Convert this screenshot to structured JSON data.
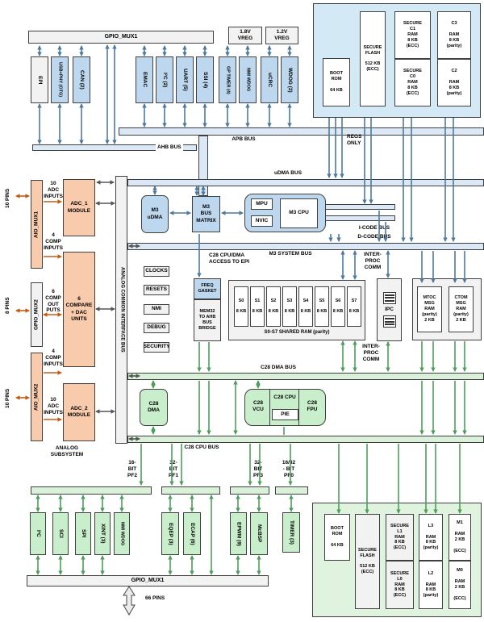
{
  "top": {
    "gpio_mux1": "GPIO_MUX1",
    "vreg1": "1.8V\nVREG",
    "vreg2": "1.2V\nVREG",
    "ahb_periphs": [
      "EPI",
      "USB+PHY (OTG)",
      "CAN (2)"
    ],
    "apb_periphs": [
      "EMAC",
      "I²C (2)",
      "UART (5)",
      "SSI (4)",
      "GP TIMER (4)",
      "NMI WDOG",
      "uCRC",
      "WDOG (2)"
    ]
  },
  "m3_memory": {
    "boot_rom": "BOOT\nROM\n\n64 KB",
    "secure_flash": "SECURE\nFLASH\n\n512 KB\n(ECC)",
    "secure_c1": "SECURE\nC1\nRAM\n8 KB\n(ECC)",
    "secure_c0": "SECURE\nC0\nRAM\n8 KB\n(ECC)",
    "c3": "C3\n\nRAM\n8 KB\n(parity)",
    "c2": "C2\n\nRAM\n8 KB\n(parity)"
  },
  "buses": {
    "apb": "APB BUS",
    "ahb": "AHB BUS",
    "udma": "uDMA BUS",
    "regs_only": "REGS\nONLY",
    "icode": "I-CODE BUS",
    "dcode": "D-CODE BUS",
    "m3sys": "M3 SYSTEM BUS",
    "c28_access": "C28 CPU/DMA\nACCESS TO EPI",
    "c28dma": "C28 DMA BUS",
    "c28cpu": "C28 CPU BUS"
  },
  "m3_core": {
    "udma": "M3\nuDMA",
    "bus_matrix": "M3\nBUS\nMATRIX",
    "mpu": "MPU",
    "nvic": "NVIC",
    "cpu": "M3 CPU"
  },
  "analog": {
    "aio_mux1": "AIO_MUX1",
    "gpio_mux2": "GPIO_MUX2",
    "aio_mux2": "AIO_MUX2",
    "adc1": "ADC_1\nMODULE",
    "adc2": "ADC_2\nMODULE",
    "compare": "6\nCOMPARE\n+ DAC\nUNITS",
    "in_adc1": "10\nADC\nINPUTS",
    "in_comp1": "4\nCOMP\nINPUTS",
    "out_comp": "6\nCOMP\nOUT\nPUTS",
    "in_comp2": "4\nCOMP\nINPUTS",
    "in_adc2": "10\nADC\nINPUTS",
    "pins1": "10 PINS",
    "pins2": "8 PINS",
    "pins3": "10 PINS",
    "subsystem": "ANALOG\nSUBSYSTEM",
    "acib": "ANALOG COMMON INTERFACE BUS"
  },
  "control": {
    "items": [
      "CLOCKS",
      "RESETS",
      "NMI",
      "DEBUG",
      "SECURITY"
    ],
    "freq_gasket": "FREQ\nGASKET",
    "mem32": "MEM32\nTO AHB\nBUS\nBRIDGE"
  },
  "shared_ram": {
    "banks": [
      "S0",
      "S1",
      "S2",
      "S3",
      "S4",
      "S5",
      "S6",
      "S7"
    ],
    "size": "8 KB",
    "caption": "S0-S7 SHARED RAM (parity)"
  },
  "ipc": {
    "label": "IPC",
    "top": "INTER-\nPROC\nCOMM",
    "bottom": "INTER-\nPROC\nCOMM",
    "mtoc": "MTOC\nMSG\nRAM\n(parity)\n2 KB",
    "ctom": "CTOM\nMSG\nRAM\n(parity)\n2 KB"
  },
  "c28_core": {
    "dma": "C28\nDMA",
    "vcu": "C28\nVCU",
    "cpu": "C28 CPU",
    "pie": "PIE",
    "fpu": "C28\nFPU"
  },
  "pf": {
    "pf2": "16-\nBIT\nPF2",
    "pf1": "32-\nBIT\nPF1",
    "pf3": "32-\nBIT\nPF3",
    "pf0": "16/32\n- BIT\nPF0"
  },
  "c28_periphs": {
    "group1": [
      "I²C",
      "SCI",
      "SPI",
      "XINT (3)",
      "NMI WDOG"
    ],
    "group2": [
      "EQEP (3)",
      "ECAP (6)"
    ],
    "group3": [
      "EPWM (9)",
      "McBSP"
    ],
    "group4": [
      "TIMER (3)"
    ]
  },
  "c28_memory": {
    "boot_rom": "BOOT\nROM\n\n64 KB",
    "secure_flash": "SECURE\nFLASH\n\n512 KB\n(ECC)",
    "secure_l1": "SECURE\nL1\nRAM\n8 KB\n(ECC)",
    "secure_l0": "SECURE\nL0\nRAM\n8 KB\n(ECC)",
    "l3": "L3\n\nRAM\n8 KB\n(parity)",
    "l2": "L2\n\nRAM\n8 KB\n(parity)",
    "m1": "M1\n\nRAM\n2 KB\n\n(ECC)",
    "m0": "M0\n\nRAM\n2 KB\n\n(ECC)"
  },
  "bottom": {
    "gpio_mux1": "GPIO_MUX1",
    "pins": "66 PINS"
  },
  "colors": {
    "m3_peripheral": "#bdd7ee",
    "c28_peripheral": "#c9eecb",
    "analog": "#f8cbad",
    "m3_container": "#d3e9f6",
    "c28_container": "#dff3df",
    "bus_m3": "#dae9f5",
    "bus_c28": "#d9f1d9",
    "neutral": "#f2f2f2"
  }
}
